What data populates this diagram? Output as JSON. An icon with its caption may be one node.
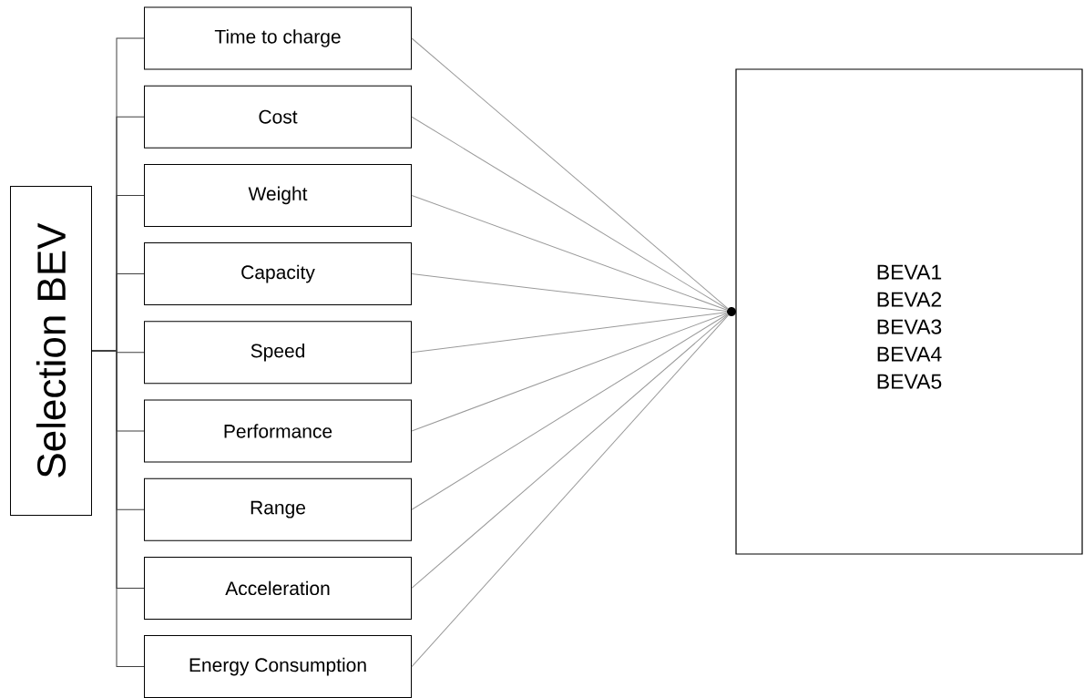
{
  "diagram": {
    "nodes": [
      {
        "text": [
          "Selection BEV"
        ]
      },
      {
        "text": [
          "Time to charge"
        ]
      },
      {
        "text": [
          "Cost"
        ]
      },
      {
        "text": [
          "Weight"
        ]
      },
      {
        "text": [
          "Capacity"
        ]
      },
      {
        "text": [
          "Speed"
        ]
      },
      {
        "text": [
          "Performance"
        ]
      },
      {
        "text": [
          "Range"
        ]
      },
      {
        "text": [
          "Acceleration"
        ]
      },
      {
        "text": [
          "Energy Consumption"
        ]
      },
      {
        "text": [
          "BEVA1",
          "BEVA2",
          "BEVA3",
          "BEVA4",
          "BEVA5"
        ]
      },
      {
        "text": [],
        "shape": "circle"
      }
    ],
    "edges": [
      {
        "from": 0,
        "to": 1,
        "arrow": "none"
      },
      {
        "from": 0,
        "to": 2,
        "arrow": "none"
      },
      {
        "from": 0,
        "to": 3,
        "arrow": "none"
      },
      {
        "from": 0,
        "to": 4,
        "arrow": "none"
      },
      {
        "from": 0,
        "to": 5,
        "arrow": "none"
      },
      {
        "from": 0,
        "to": 6,
        "arrow": "none"
      },
      {
        "from": 0,
        "to": 7,
        "arrow": "none"
      },
      {
        "from": 0,
        "to": 8,
        "arrow": "none"
      },
      {
        "from": 0,
        "to": 9,
        "arrow": "none"
      },
      {
        "from": 1,
        "to": 11,
        "arrow": "none",
        "color": "#9a9a9a"
      },
      {
        "from": 2,
        "to": 11,
        "arrow": "none",
        "color": "#9a9a9a"
      },
      {
        "from": 3,
        "to": 11,
        "arrow": "none",
        "color": "#9a9a9a"
      },
      {
        "from": 4,
        "to": 11,
        "arrow": "none",
        "color": "#9a9a9a"
      },
      {
        "from": 5,
        "to": 11,
        "arrow": "none",
        "color": "#9a9a9a"
      },
      {
        "from": 6,
        "to": 11,
        "arrow": "none",
        "color": "#9a9a9a"
      },
      {
        "from": 7,
        "to": 11,
        "arrow": "none",
        "color": "#9a9a9a"
      },
      {
        "from": 8,
        "to": 11,
        "arrow": "none",
        "color": "#9a9a9a"
      },
      {
        "from": 9,
        "to": 11,
        "arrow": "none",
        "color": "#9a9a9a"
      }
    ]
  }
}
